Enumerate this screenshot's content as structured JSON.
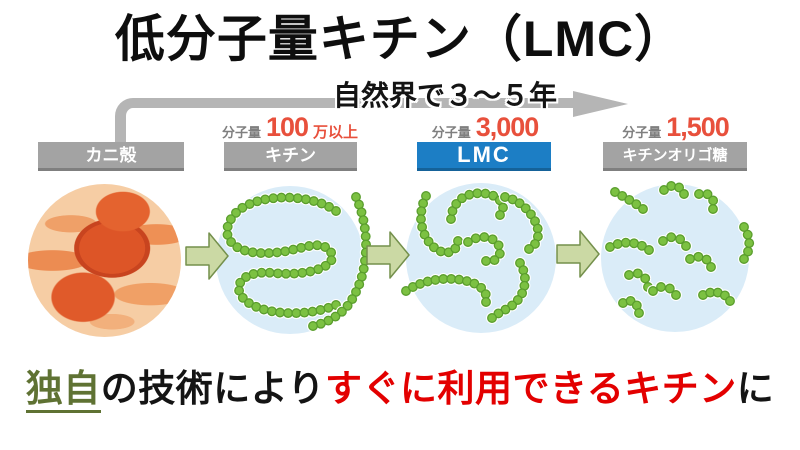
{
  "title": "低分子量キチン（LMC）",
  "timeline": {
    "label": "自然界で３～５年"
  },
  "stages": [
    {
      "label": "カニ殻"
    },
    {
      "label": "キチン",
      "mw_label": "分子量",
      "mw_value": "100",
      "mw_suffix": "万以上"
    },
    {
      "label": "LMC",
      "mw_label": "分子量",
      "mw_value": "3,000",
      "mw_suffix": ""
    },
    {
      "label": "キチンオリゴ糖",
      "mw_label": "分子量",
      "mw_value": "1,500",
      "mw_suffix": ""
    }
  ],
  "illustrations": {
    "crab_photo": "red-crabs-photo",
    "chitin_molecule": "one-long-bead-chain",
    "lmc_molecule": "several-medium-bead-chains",
    "oligo_molecule": "many-short-bead-chains"
  },
  "bottom_message": {
    "highlight_olive": "独自",
    "middle": "の技術により",
    "highlight_red": "すぐに利用できるキチン",
    "tail": "に"
  },
  "colors": {
    "timeline_gray": "#b5b5b5",
    "box_gray": "#a3a3a3",
    "lmc_blue": "#1c7ec5",
    "mw_red": "#e8503c",
    "mw_gray": "#7f7f7f",
    "circle_blue": "#daecf8",
    "bead_green": "#7cc142",
    "bead_edge": "#5a9e2d",
    "flow_arrow_fill": "#cbd9a4",
    "flow_arrow_edge": "#74904c",
    "accent_olive": "#5f7233",
    "accent_red": "#e30000"
  }
}
